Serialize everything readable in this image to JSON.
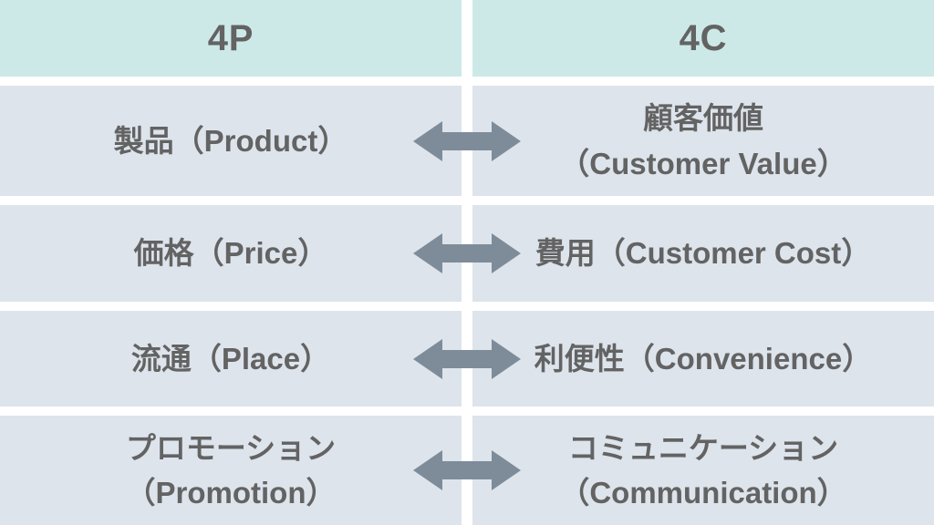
{
  "colors": {
    "header_bg": "#cce9e8",
    "row_bg": "#dde4ec",
    "arrow": "#7e8c9a",
    "text": "#636363",
    "background": "#ffffff"
  },
  "comparison": {
    "left_header": "4P",
    "right_header": "4C",
    "arrow_icon": "left-right-arrow",
    "rows": [
      {
        "left": [
          "製品（Product）"
        ],
        "right": [
          "顧客価値",
          "（Customer Value）"
        ]
      },
      {
        "left": [
          "価格（Price）"
        ],
        "right": [
          "費用（Customer Cost）"
        ]
      },
      {
        "left": [
          "流通（Place）"
        ],
        "right": [
          "利便性（Convenience）"
        ]
      },
      {
        "left": [
          "プロモーション",
          "（Promotion）"
        ],
        "right": [
          "コミュニケーション",
          "（Communication）"
        ]
      }
    ]
  }
}
